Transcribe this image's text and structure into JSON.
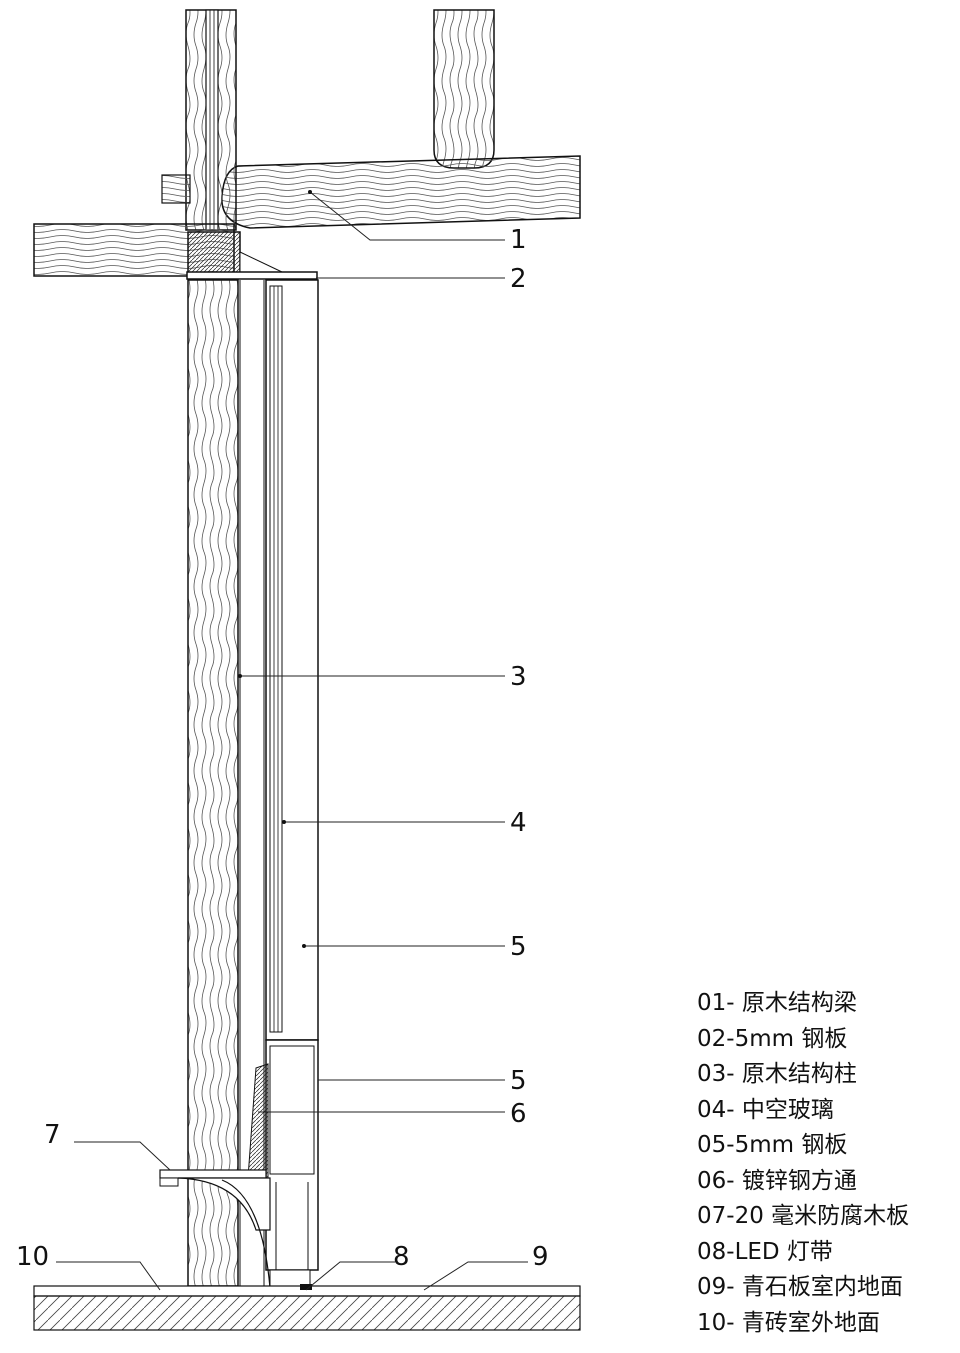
{
  "callouts": [
    "1",
    "2",
    "3",
    "4",
    "5",
    "5",
    "6",
    "7",
    "8",
    "9",
    "10"
  ],
  "legend": [
    "01- 原木结构梁",
    "02-5mm 钢板",
    "03- 原木结构柱",
    "04- 中空玻璃",
    "05-5mm 钢板",
    "06- 镀锌钢方通",
    "07-20 毫米防腐木板",
    "08-LED 灯带",
    "09- 青石板室内地面",
    "10- 青砖室外地面"
  ]
}
